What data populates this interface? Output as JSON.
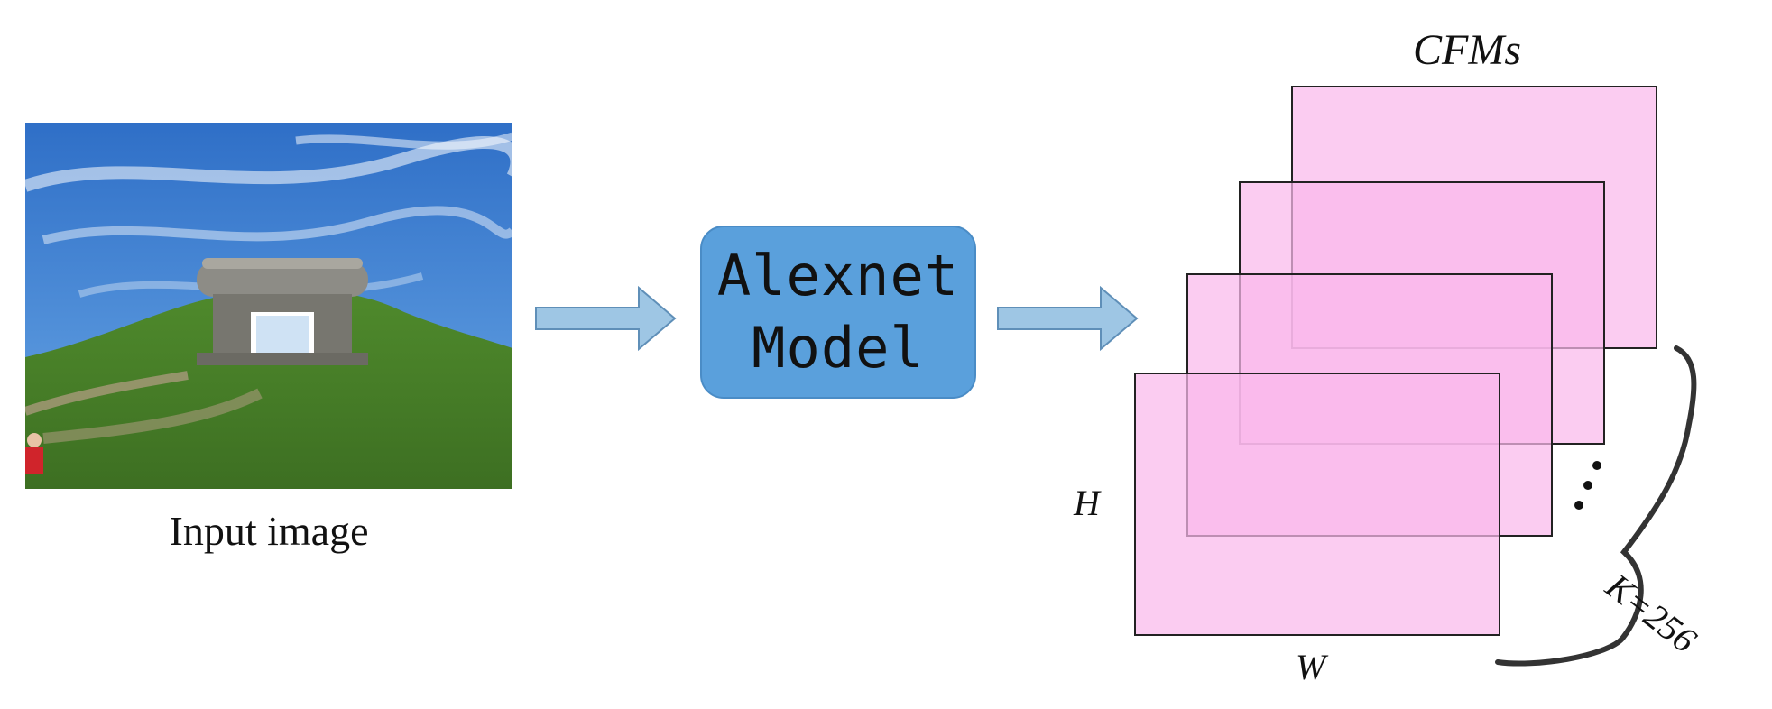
{
  "input": {
    "caption": "Input image"
  },
  "model": {
    "line1": "Alexnet",
    "line2": "Model"
  },
  "feature_maps": {
    "title": "CFMs",
    "height_label": "H",
    "width_label": "W",
    "count_label": "K=256",
    "fill_color": "#f9b8ec",
    "overlap_color": "#f28ee0",
    "edge_color": "#222222"
  },
  "colors": {
    "arrow_fill": "#9ec6e4",
    "arrow_stroke": "#5f8fb8",
    "model_fill": "#5aa0dc"
  }
}
